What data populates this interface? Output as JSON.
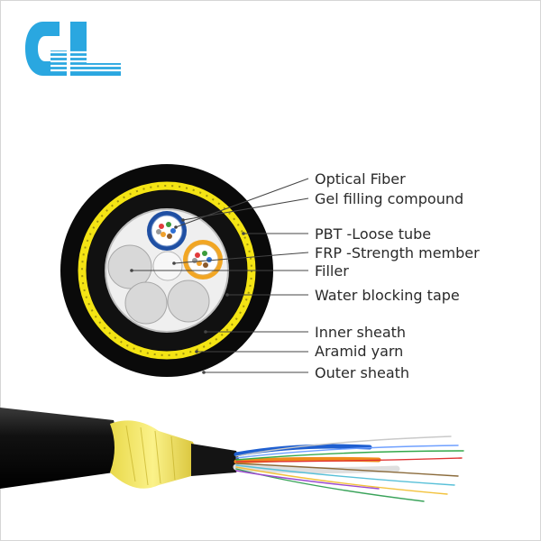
{
  "labels": [
    "Optical Fiber",
    "Gel filling compound",
    "PBT -Loose tube",
    "FRP -Strength member",
    "Filler",
    "Water blocking tape",
    "Inner sheath",
    "Aramid yarn",
    "Outer sheath"
  ],
  "logo": {
    "icon": "gl-logo-icon",
    "color": "#2aa7e0"
  },
  "colors": {
    "outer_sheath": "#0a0a0a",
    "aramid_yarn": "#f4e414",
    "loose_tube_blue": "#1f4fa3",
    "loose_tube_orange": "#f2a623",
    "filler": "#d8d8d8"
  }
}
